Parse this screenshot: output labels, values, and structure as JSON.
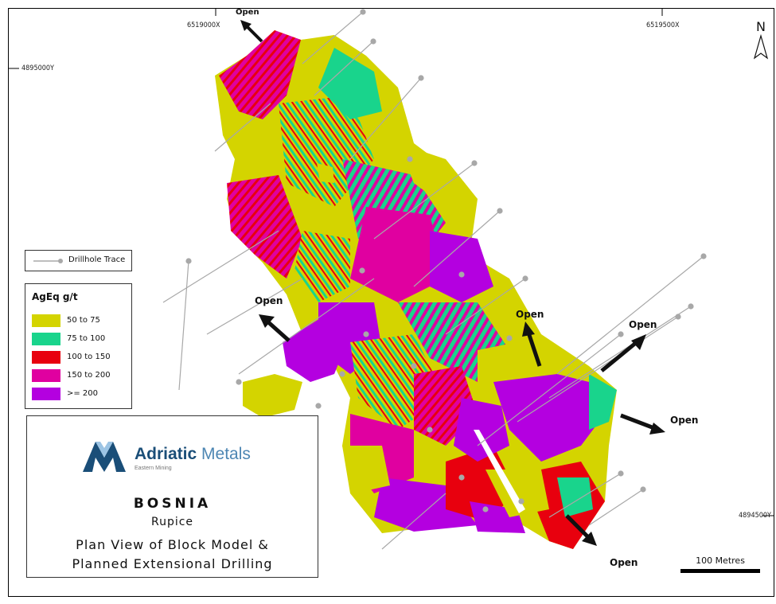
{
  "map": {
    "region": "BOSNIA",
    "project": "Rupice",
    "title_line1": "Plan View of Block Model &",
    "title_line2": "Planned Extensional Drilling",
    "north_label": "N",
    "grid_labels": {
      "x1": "6519000X",
      "x2": "6519500X",
      "y1": "4895000Y",
      "y2": "4894500Y"
    },
    "open_label": "Open",
    "scale_bar": "100 Metres"
  },
  "brand": {
    "name_bold": "Adriatic",
    "name_thin": "Metals",
    "subtitle": "Eastern Mining",
    "colors": {
      "dark": "#1a4e78",
      "light": "#9cc4e4"
    }
  },
  "legend": {
    "trace_label": "Drillhole Trace",
    "grade_title": "AgEq g/t",
    "items": [
      {
        "label": "50 to 75",
        "color": "#d4d400"
      },
      {
        "label": "75 to 100",
        "color": "#19d48c"
      },
      {
        "label": "100 to 150",
        "color": "#e8000e"
      },
      {
        "label": "150 to 200",
        "color": "#e000a0"
      },
      {
        "label": ">= 200",
        "color": "#b400e0"
      }
    ]
  }
}
